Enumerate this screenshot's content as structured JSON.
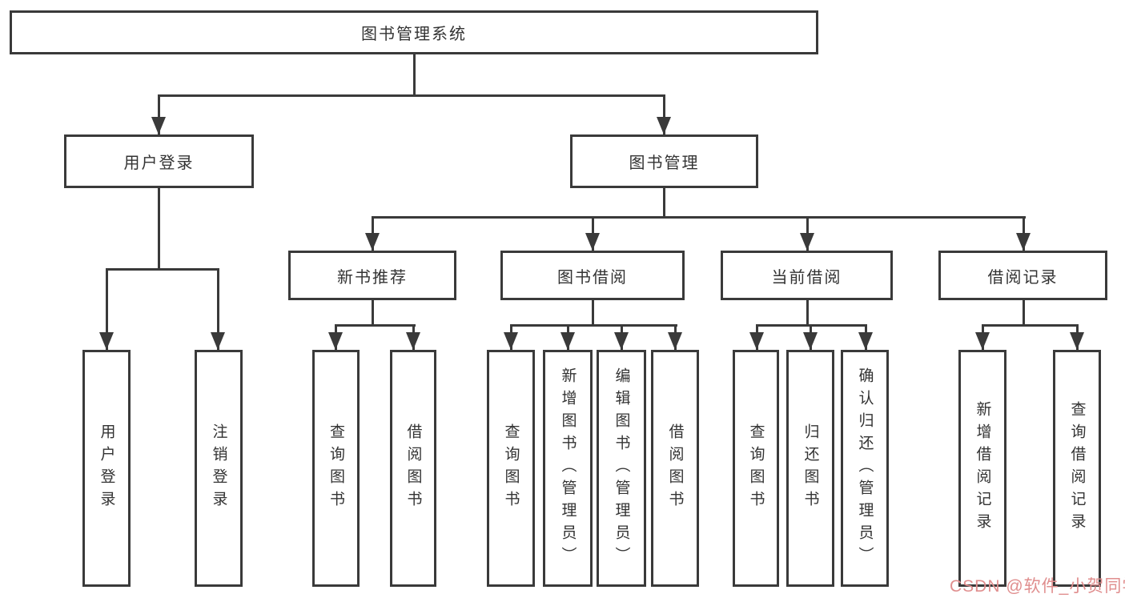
{
  "colors": {
    "line": "#3a3a3a",
    "text": "#333333",
    "box-bg": "#ffffff",
    "watermark": "#e08e8e"
  },
  "tree": {
    "label": "图书管理系统",
    "children": [
      {
        "label": "用户登录",
        "children": [
          {
            "label": "用户登录"
          },
          {
            "label": "注销登录"
          }
        ]
      },
      {
        "label": "图书管理",
        "children": [
          {
            "label": "新书推荐",
            "children": [
              {
                "label": "查询图书"
              },
              {
                "label": "借阅图书"
              }
            ]
          },
          {
            "label": "图书借阅",
            "children": [
              {
                "label": "查询图书"
              },
              {
                "label": "新增图书（管理员）"
              },
              {
                "label": "编辑图书（管理员）"
              },
              {
                "label": "借阅图书"
              }
            ]
          },
          {
            "label": "当前借阅",
            "children": [
              {
                "label": "查询图书"
              },
              {
                "label": "归还图书"
              },
              {
                "label": "确认归还（管理员）"
              }
            ]
          },
          {
            "label": "借阅记录",
            "children": [
              {
                "label": "新增借阅记录"
              },
              {
                "label": "查询借阅记录"
              }
            ]
          }
        ]
      }
    ]
  },
  "watermark": {
    "text": "CSDN @软件_小贺同学"
  }
}
